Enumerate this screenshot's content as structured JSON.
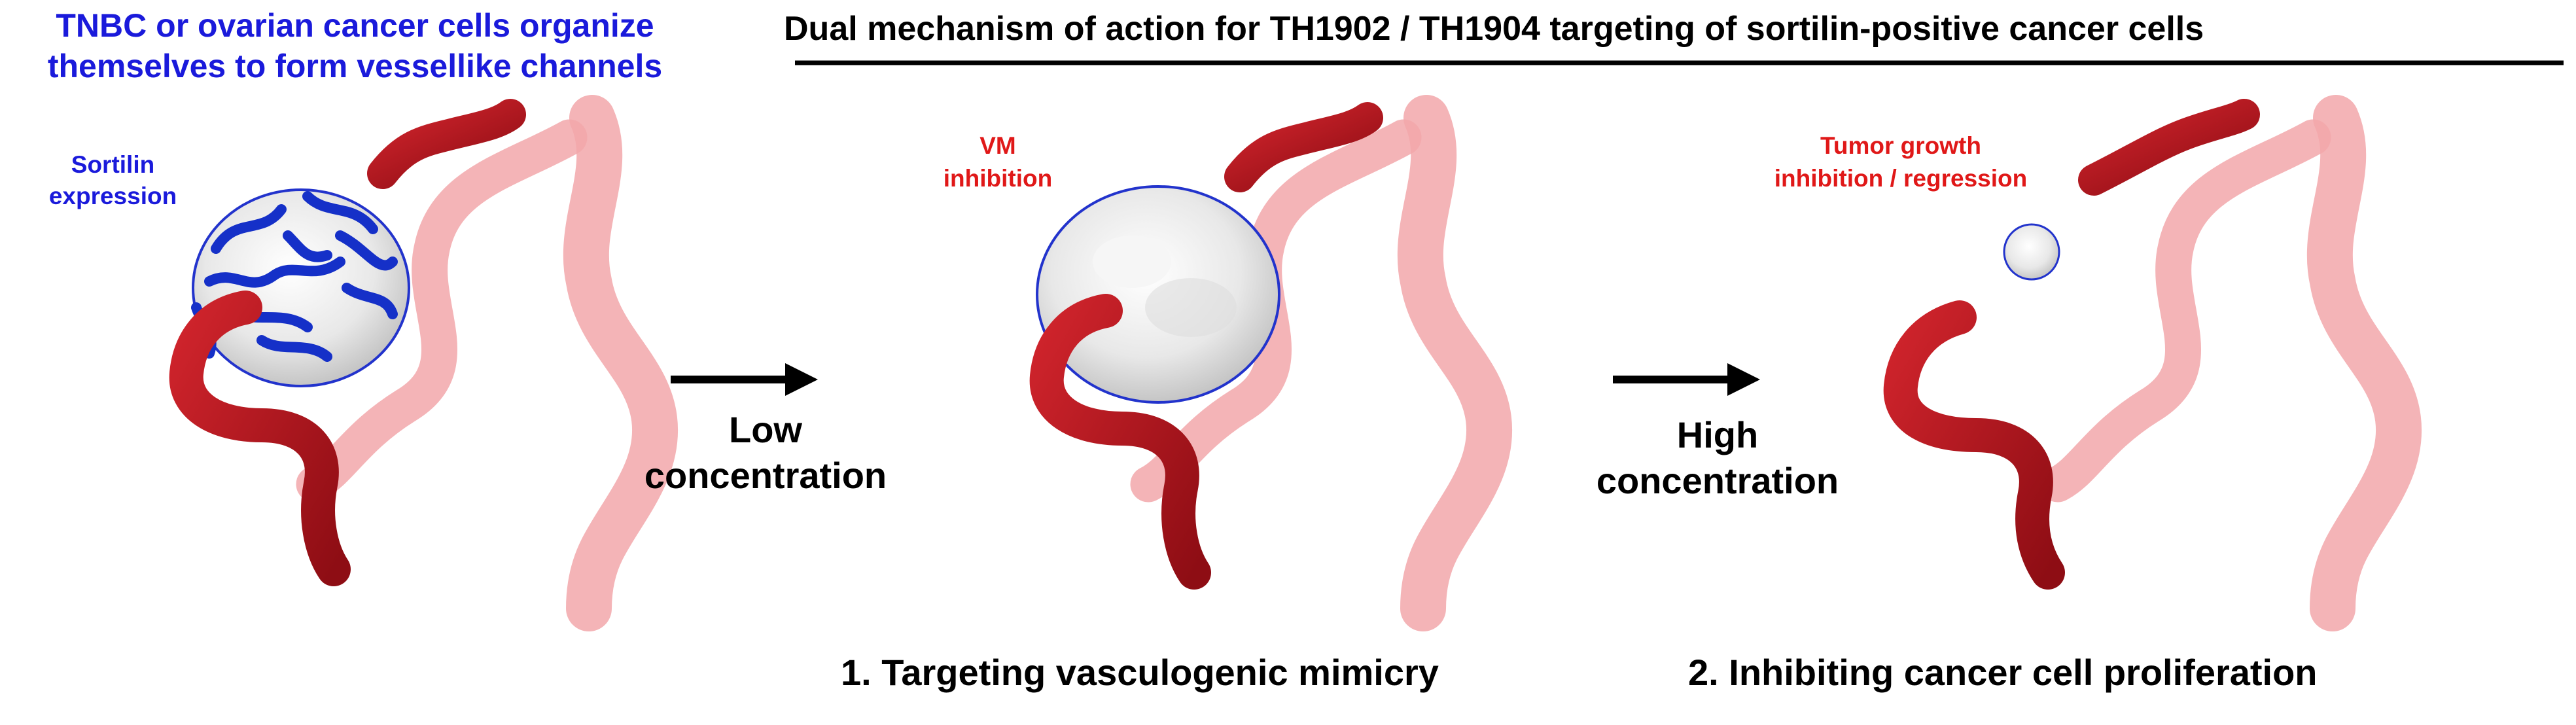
{
  "left_caption": {
    "line1": "TNBC or ovarian cancer cells organize",
    "line2": "themselves to form vessellike channels"
  },
  "header": {
    "title": "Dual mechanism of action for TH1902 / TH1904 targeting of sortilin-positive cancer cells"
  },
  "panel1": {
    "label_line1": "Sortilin",
    "label_line2": "expression"
  },
  "panel2": {
    "label_line1": "VM",
    "label_line2": "inhibition"
  },
  "panel3": {
    "label_line1": "Tumor growth",
    "label_line2": "inhibition / regression"
  },
  "arrow1": {
    "line1": "Low",
    "line2": "concentration"
  },
  "arrow2": {
    "line1": "High",
    "line2": "concentration"
  },
  "footer": {
    "step1": "1. Targeting vasculogenic mimicry",
    "step2": "2. Inhibiting cancer cell proliferation"
  },
  "colors": {
    "blue_text": "#1a1adb",
    "red_text": "#e01818",
    "vessel_dark": "#b8141c",
    "vessel_light": "#f2a7aa",
    "channel_blue": "#1530c8",
    "black": "#000000"
  }
}
